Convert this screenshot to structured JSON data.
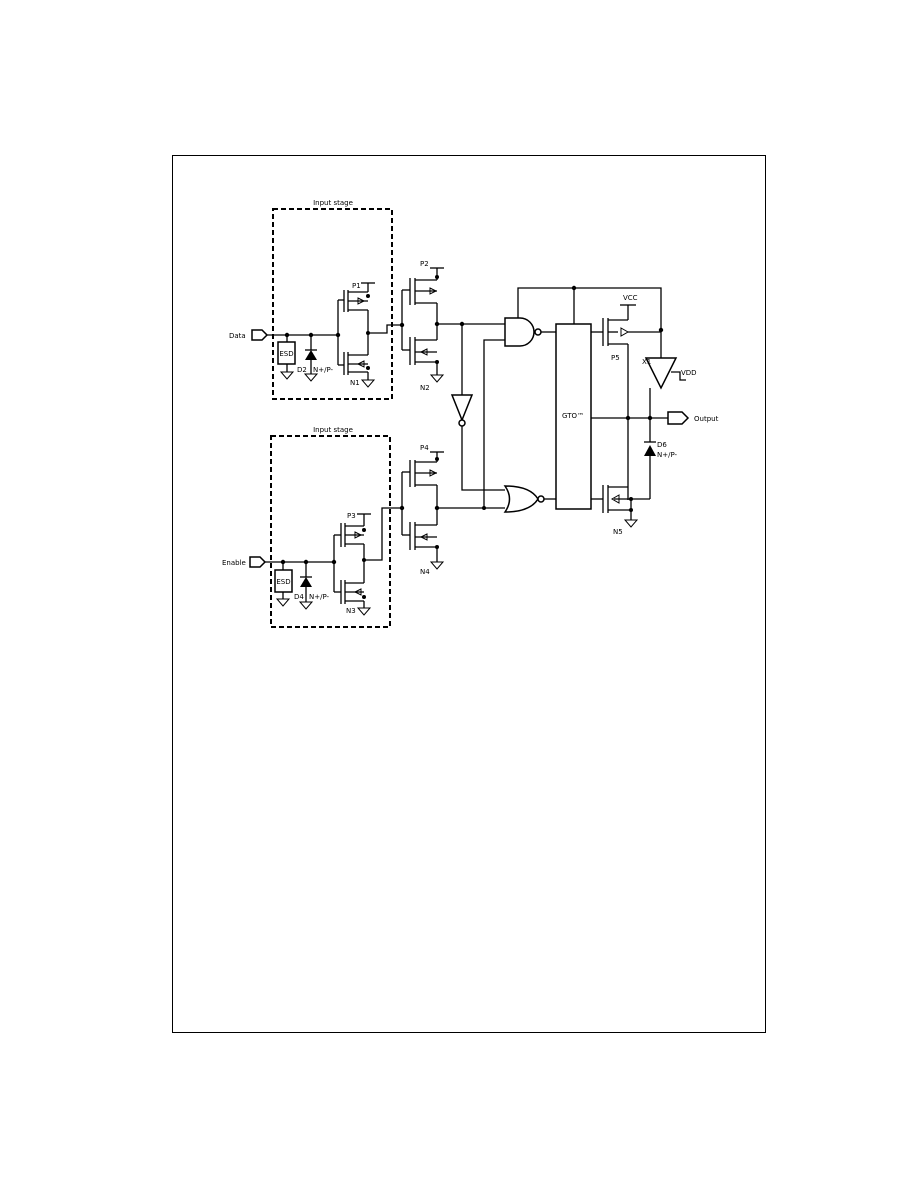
{
  "labels": {
    "stage_top": "Input stage",
    "stage_bottom": "Input stage",
    "data_in": "Data",
    "enable_in": "Enable",
    "esd_top": "ESD",
    "esd_bottom": "ESD",
    "d2": "D2",
    "d4": "D4",
    "junction_top": "N+/P-",
    "junction_bottom": "N+/P-",
    "junction_d6": "N+/P-",
    "p1": "P1",
    "n1": "N1",
    "p2": "P2",
    "n2": "N2",
    "p3": "P3",
    "n3": "N3",
    "p4": "P4",
    "n4": "N4",
    "p5": "P5",
    "n5": "N5",
    "vcc": "VCC",
    "vdd": "VDD",
    "gto": "GTO™",
    "x1": "X1",
    "d6": "D6",
    "output": "Output"
  }
}
